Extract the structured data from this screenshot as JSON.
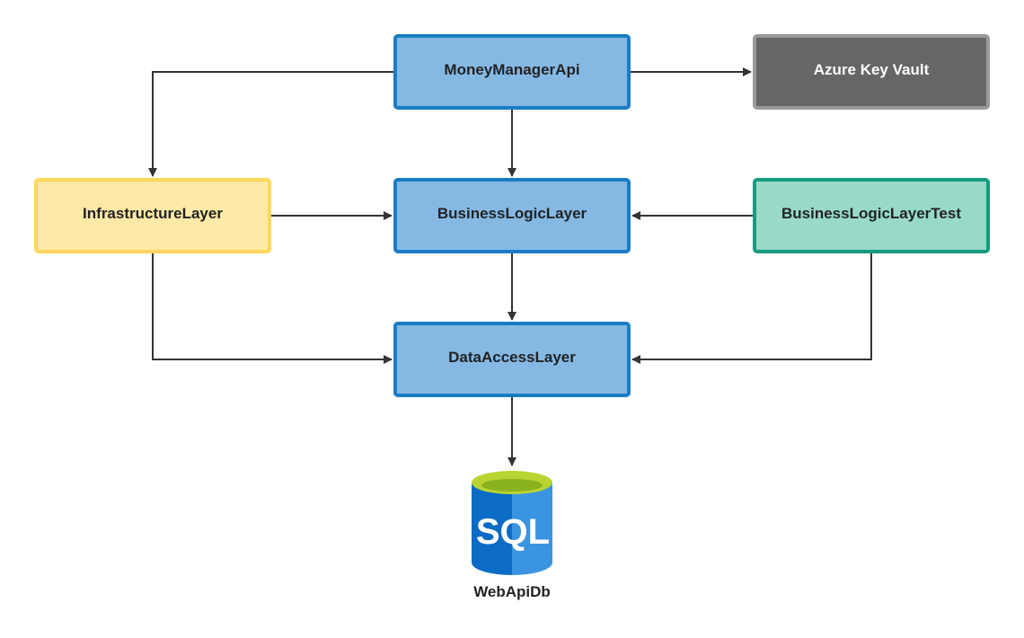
{
  "nodes": {
    "money_manager_api": {
      "label": "MoneyManagerApi"
    },
    "azure_key_vault": {
      "label": "Azure Key Vault"
    },
    "infrastructure_layer": {
      "label": "InfrastructureLayer"
    },
    "business_logic_layer": {
      "label": "BusinessLogicLayer"
    },
    "business_logic_layer_test": {
      "label": "BusinessLogicLayerTest"
    },
    "data_access_layer": {
      "label": "DataAccessLayer"
    }
  },
  "database": {
    "icon_text": "SQL",
    "label": "WebApiDb",
    "icon": "sql-database-icon"
  },
  "colors": {
    "blue_fill": "#85b9e4",
    "blue_border": "#1a7cc4",
    "gray_fill": "#666666",
    "gray_border": "#999999",
    "yellow_fill": "#ffe9a6",
    "yellow_border": "#fdd65c",
    "teal_fill": "#98d9ca",
    "teal_border": "#159c7f",
    "arrow": "#333333",
    "db_blue_dark": "#0c6bc4",
    "db_blue_light": "#3b94df",
    "db_green": "#b8d432"
  }
}
